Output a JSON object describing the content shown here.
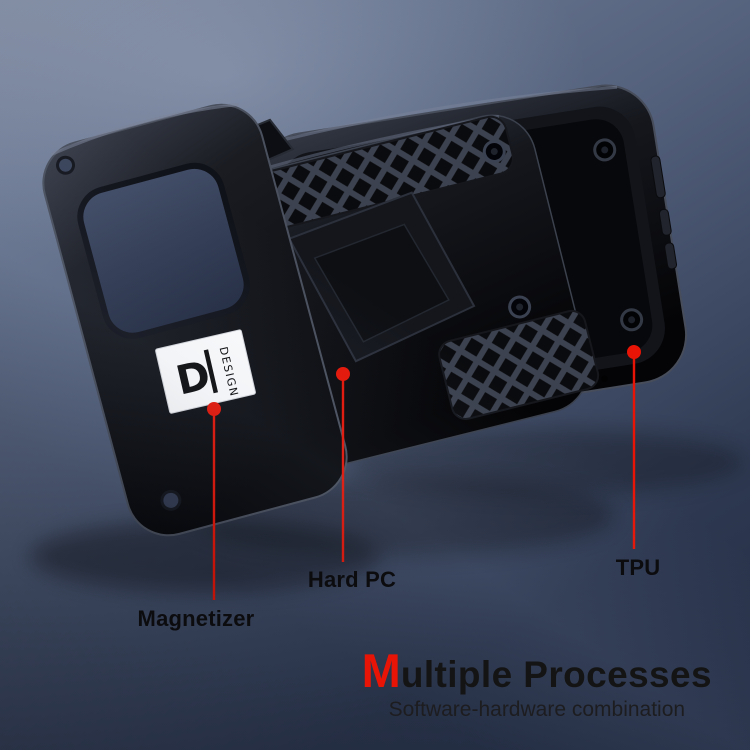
{
  "callouts": {
    "magnetizer": {
      "label": "Magnetizer"
    },
    "hard_pc": {
      "label": "Hard PC"
    },
    "tpu": {
      "label": "TPU"
    }
  },
  "headline": {
    "initial": "M",
    "rest": "ultiple Processes",
    "subtitle": "Software-hardware combination"
  },
  "logo_sticker": {
    "initial": "D",
    "text": "DESIGN"
  },
  "colors": {
    "accent_red": "#e81506",
    "headline_black": "#141414",
    "label_black": "#0c0c0f",
    "case_black": "#0a0b0e"
  }
}
